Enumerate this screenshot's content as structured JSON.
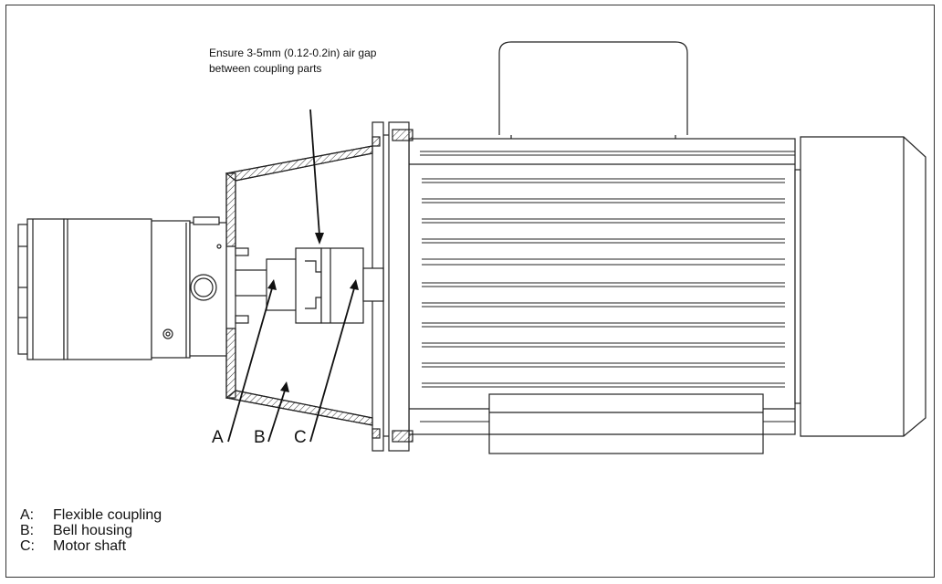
{
  "note": {
    "line1": "Ensure 3-5mm (0.12-0.2in) air gap",
    "line2": "between coupling parts"
  },
  "callouts": [
    {
      "letter": "A"
    },
    {
      "letter": "B"
    },
    {
      "letter": "C"
    }
  ],
  "legend": [
    {
      "key": "A:",
      "label": "Flexible coupling"
    },
    {
      "key": "B:",
      "label": "Bell housing"
    },
    {
      "key": "C:",
      "label": "Motor shaft"
    }
  ]
}
